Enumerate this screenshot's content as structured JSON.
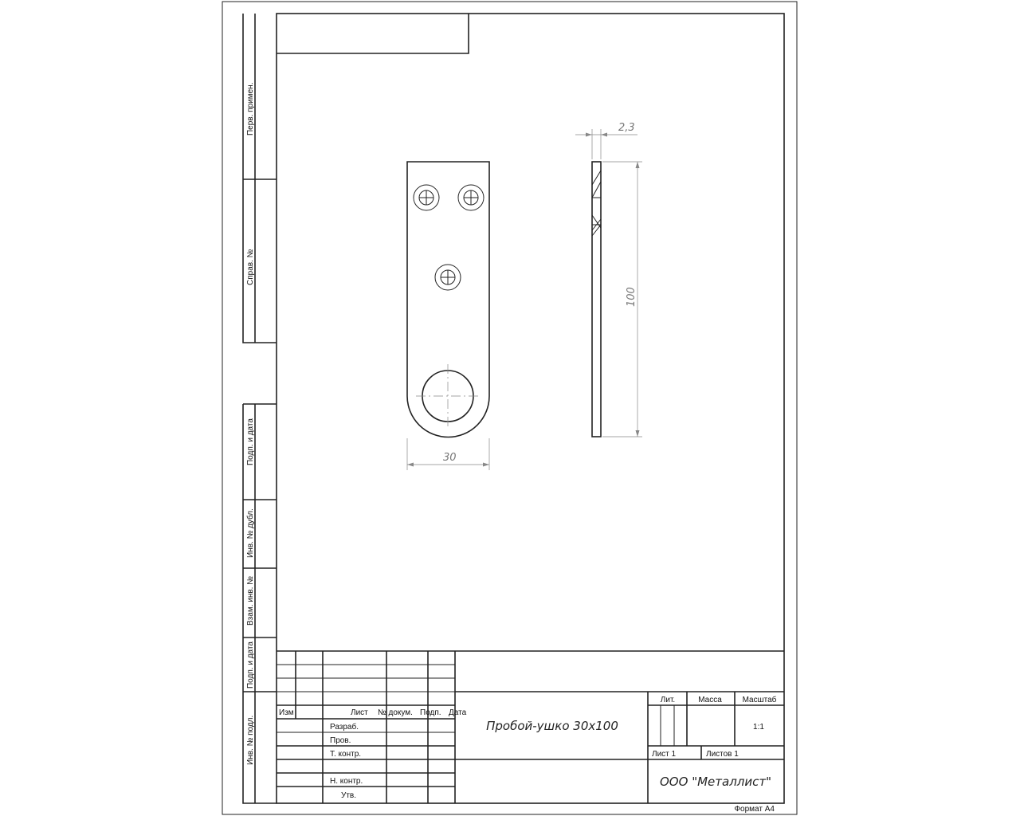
{
  "side_stamps": {
    "perv_primen": "Перв. примен.",
    "sprav_no": "Справ. №",
    "podp_data_1": "Подп. и дата",
    "inv_dubl": "Инв. № дубл.",
    "vzam_inv": "Взам. инв. №",
    "podp_data_2": "Подп. и дата",
    "inv_podl": "Инв. № подл."
  },
  "dimensions": {
    "width": "30",
    "length": "100",
    "thickness": "2,3"
  },
  "title_block": {
    "headers": {
      "izm": "Изм",
      "list": "Лист",
      "no_dokum": "№ докум.",
      "podp": "Подп.",
      "data": "Дата"
    },
    "roles": {
      "razrab": "Разраб.",
      "prov": "Пров.",
      "t_kontr": "Т. контр.",
      "n_kontr": "Н. контр.",
      "utv": "Утв."
    },
    "part_name": "Пробой-ушко 30х100",
    "lit": "Лит.",
    "massa": "Масса",
    "masshtab": "Масштаб",
    "scale": "1:1",
    "sheet": "Лист 1",
    "sheets": "Листов 1",
    "organization": "ООО \"Металлист\"",
    "format": "Формат А4"
  }
}
